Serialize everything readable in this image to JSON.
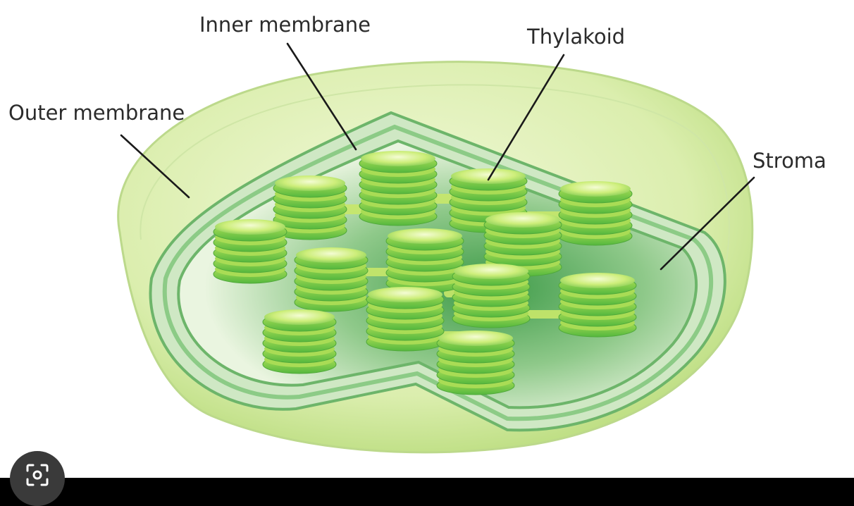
{
  "labels": {
    "inner_membrane": "Inner membrane",
    "thylakoid": "Thylakoid",
    "outer_membrane": "Outer membrane",
    "stroma": "Stroma"
  },
  "colors": {
    "background": "#ffffff",
    "frame": "#000000",
    "outer_fill": "#dff0b8",
    "membrane": "#7fbf7a",
    "stroma_dark": "#2f8f3e",
    "thylakoid_light": "#d6f07a",
    "thylakoid_dark": "#5fc247"
  },
  "icons": {
    "lens_button": "lens-search-icon"
  }
}
